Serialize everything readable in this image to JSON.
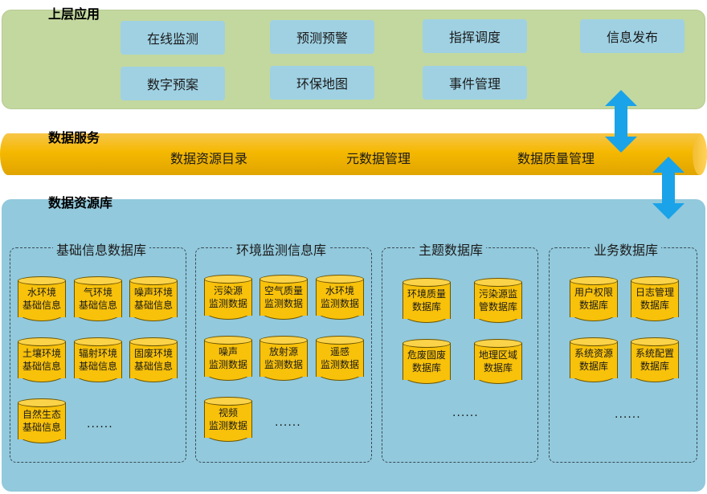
{
  "upper_layer": {
    "title": "上层应用",
    "apps": [
      "在线监测",
      "预测预警",
      "指挥调度",
      "信息发布",
      "数字预案",
      "环保地图",
      "事件管理"
    ]
  },
  "data_service": {
    "title": "数据服务",
    "items": [
      "数据资源目录",
      "元数据管理",
      "数据质量管理"
    ]
  },
  "resource_layer": {
    "title": "数据资源库",
    "groups": [
      {
        "title": "基础信息数据库",
        "dbs": [
          "水环境\n基础信息",
          "气环境\n基础信息",
          "噪声环境\n基础信息",
          "土壤环境\n基础信息",
          "辐射环境\n基础信息",
          "固废环境\n基础信息",
          "自然生态\n基础信息"
        ],
        "more": "......"
      },
      {
        "title": "环境监测信息库",
        "dbs": [
          "污染源\n监测数据",
          "空气质量\n监测数据",
          "水环境\n监测数据",
          "噪声\n监测数据",
          "放射源\n监测数据",
          "遥感\n监测数据",
          "视频\n监测数据"
        ],
        "more": "......"
      },
      {
        "title": "主题数据库",
        "dbs": [
          "环境质量\n数据库",
          "污染源监\n管数据库",
          "危废固废\n数据库",
          "地理区域\n数据库"
        ],
        "more": "......"
      },
      {
        "title": "业务数据库",
        "dbs": [
          "用户权限\n数据库",
          "日志管理\n数据库",
          "系统资源\n数据库",
          "系统配置\n数据库"
        ],
        "more": "......"
      }
    ]
  },
  "colors": {
    "upper_bg": "#c3d89f",
    "app_box": "#9fd1e3",
    "pipe": "#f5b800",
    "resource_bg": "#92c9dc",
    "cylinder": "#f8c10a",
    "arrow": "#1aa3e8"
  }
}
